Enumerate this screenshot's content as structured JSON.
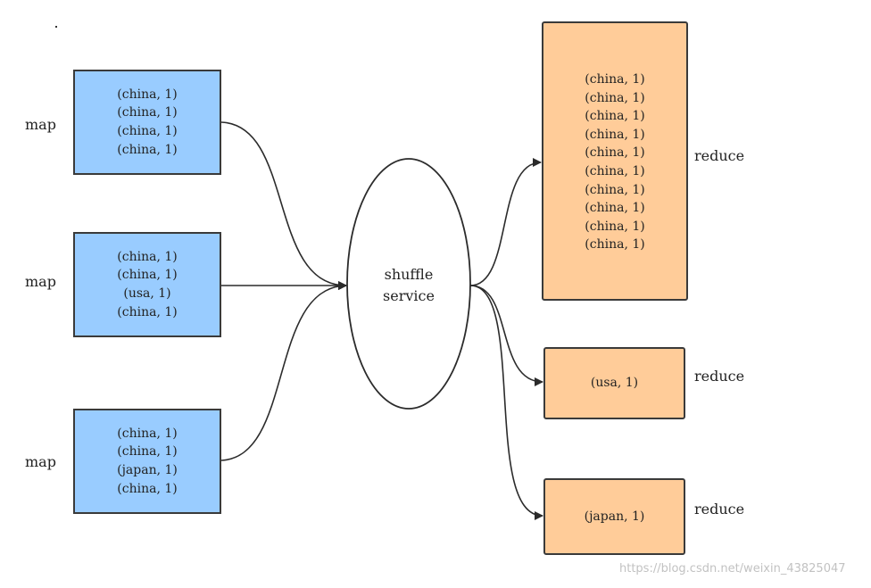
{
  "maps": [
    {
      "label": "map",
      "items": [
        "(china, 1)",
        "(china, 1)",
        "(china, 1)",
        "(china, 1)"
      ]
    },
    {
      "label": "map",
      "items": [
        "(china, 1)",
        "(china, 1)",
        "(usa, 1)",
        "(china, 1)"
      ]
    },
    {
      "label": "map",
      "items": [
        "(china, 1)",
        "(china, 1)",
        "(japan, 1)",
        "(china, 1)"
      ]
    }
  ],
  "shuffle": {
    "line1": "shuffle",
    "line2": "service"
  },
  "reduces": [
    {
      "label": "reduce",
      "items": [
        "(china, 1)",
        "(china, 1)",
        "(china, 1)",
        "(china, 1)",
        "(china, 1)",
        "(china, 1)",
        "(china, 1)",
        "(china, 1)",
        "(china, 1)",
        "(china, 1)"
      ]
    },
    {
      "label": "reduce",
      "items": [
        "(usa, 1)"
      ]
    },
    {
      "label": "reduce",
      "items": [
        "(japan, 1)"
      ]
    }
  ],
  "colors": {
    "map_fill": "#99ccff",
    "reduce_fill": "#ffcc99",
    "stroke": "#3a3a3a"
  },
  "watermark": "https://blog.csdn.net/weixin_43825047"
}
